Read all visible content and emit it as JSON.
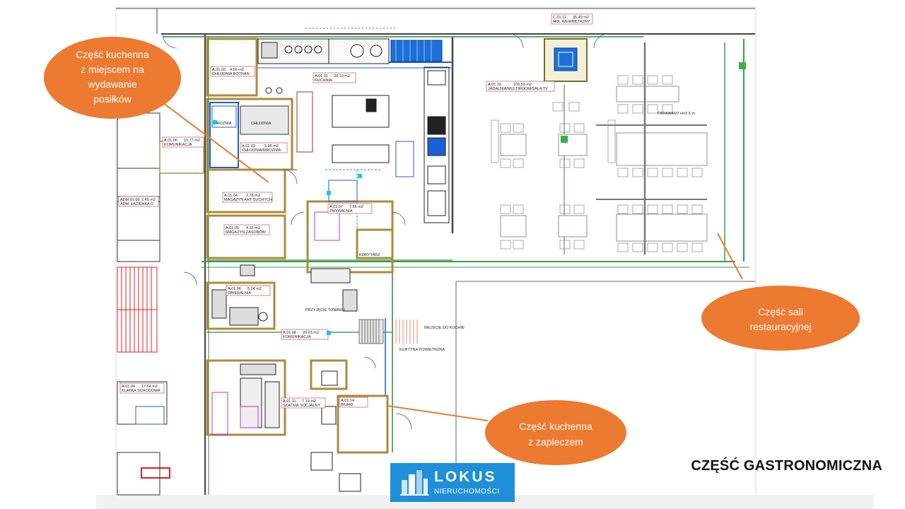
{
  "title": "CZĘŚĆ GASTRONOMICZNA",
  "logo": {
    "name": "LOKUS",
    "subtitle": "NIERUCHOMOŚCI",
    "color": "#1e8fd8"
  },
  "callouts": [
    {
      "lines": [
        "Część kuchenna",
        "z miejscem na",
        "wydawanie",
        "posiłków"
      ]
    },
    {
      "lines": [
        "Część sali",
        "restauracyjnej"
      ]
    },
    {
      "lines": [
        "Część kuchenna",
        "z zapleczem"
      ]
    }
  ],
  "callout_color": "#ec7a31",
  "rooms": [
    {
      "code": "A.01.02",
      "area": "4.59 m2",
      "name": "CHŁODNIA BOTRAN"
    },
    {
      "code": "A.01.01",
      "area": "29.10 m2",
      "name": "KUCHNIA"
    },
    {
      "code": "A.01.03",
      "area": "5.96 m2",
      "name": "CHŁODNIA/MROŹNIA"
    },
    {
      "code": "A.01.04",
      "area": "3.78 m2",
      "name": "MAGAZYN ART SUCHYCH"
    },
    {
      "code": "A.01.05",
      "area": "4.33 m2",
      "name": "MAGAZYN ZASOBÓW"
    },
    {
      "code": "A.01.06",
      "area": "5.04 m2",
      "name": "OBIERALNIA"
    },
    {
      "code": "A.01.07",
      "area": "7.56 m2",
      "name": "ZMYWALNIA"
    },
    {
      "code": "A.01.08",
      "area": "20.03 m2",
      "name": "KOMUNIKACJA"
    },
    {
      "code": "A.01.11",
      "area": "7.19 m2",
      "name": "SZATNIA SOCJALNY"
    },
    {
      "code": "A.01.14",
      "area": "",
      "name": "BIURO"
    },
    {
      "code": "A.01.16",
      "area": "109.53 m2",
      "name": "JADALNIA/MULTIROOM/SALA TV"
    },
    {
      "code": "C.01.11",
      "area": "35.49 m2",
      "name": "HOL WEWNĘTRZNY"
    },
    {
      "code": "A.01.06",
      "area": "10.77 m2",
      "name": "KOMUNIKACJA"
    },
    {
      "code": "A.01.04",
      "area": "17.64 m2",
      "name": "KLATKA SCHODOWA"
    },
    {
      "code": "ADM.01.06",
      "area": "2.45 m2",
      "name": "ADM. ŁAZIENKA D"
    }
  ],
  "annotations": {
    "delivery": "PRZYJĘCIE TOWARU",
    "kitchen_entry": "WEJŚCIE DO KUCHNI",
    "airtight": "KURTYNA POWIETRZNA",
    "corridor": "KORYTARZ",
    "height": "PARAWANY H=2.5 m",
    "mroznia": "MROŹNIA",
    "chlodnia": "CHŁODNIA"
  }
}
